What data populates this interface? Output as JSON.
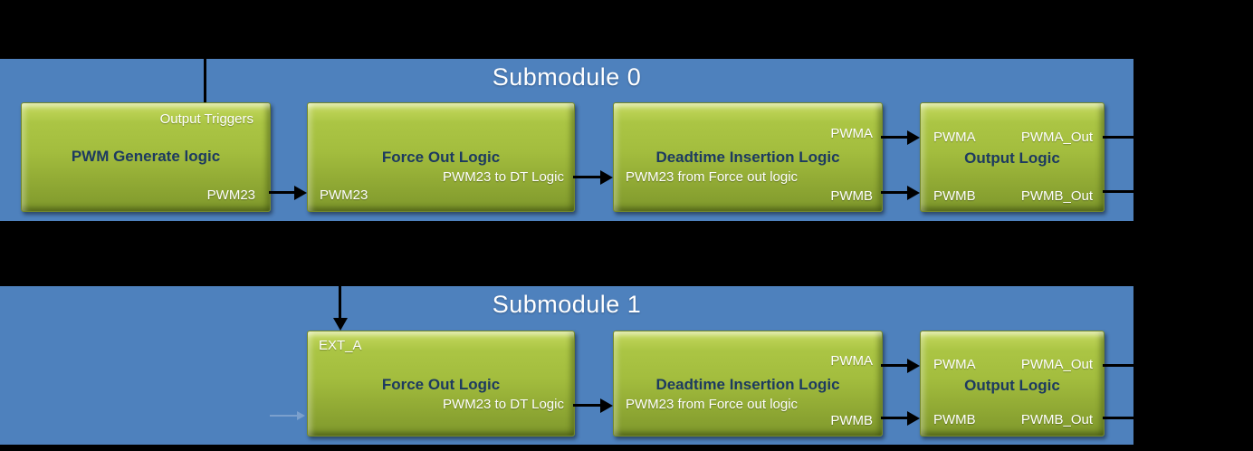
{
  "diagram": {
    "colors": {
      "background": "#000000",
      "panel_blue": "#4e81bd",
      "block_green_top": "#c6da5f",
      "block_green_bottom": "#7f982c",
      "block_title_navy": "#1d3a60",
      "label_white": "#ffffff",
      "connector_black": "#000000",
      "faint_connector_blue": "#7ba0cd"
    },
    "submodules": [
      {
        "title": "Submodule 0",
        "pwm_generate": {
          "title": "PWM Generate logic",
          "output_triggers": "Output Triggers",
          "pwm23_out": "PWM23"
        },
        "force_out": {
          "title": "Force Out Logic",
          "subtitle": "PWM23 to DT Logic",
          "pwm23_in": "PWM23"
        },
        "deadtime": {
          "title": "Deadtime Insertion Logic",
          "subtitle": "PWM23 from Force out logic",
          "pwma": "PWMA",
          "pwmb": "PWMB"
        },
        "output": {
          "title": "Output Logic",
          "pwma": "PWMA",
          "pwma_out": "PWMA_Out",
          "pwmb": "PWMB",
          "pwmb_out": "PWMB_Out"
        }
      },
      {
        "title": "Submodule 1",
        "force_out": {
          "title": "Force Out Logic",
          "subtitle": "PWM23 to DT Logic",
          "ext_a": "EXT_A"
        },
        "deadtime": {
          "title": "Deadtime Insertion Logic",
          "subtitle": "PWM23 from Force out logic",
          "pwma": "PWMA",
          "pwmb": "PWMB"
        },
        "output": {
          "title": "Output Logic",
          "pwma": "PWMA",
          "pwma_out": "PWMA_Out",
          "pwmb": "PWMB",
          "pwmb_out": "PWMB_Out"
        }
      }
    ]
  }
}
